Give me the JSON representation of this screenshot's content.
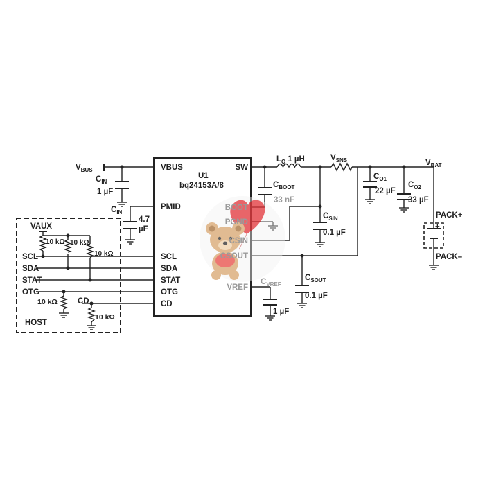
{
  "labels": {
    "vbus": "V",
    "vbus_sub": "BUS",
    "cin1": "C",
    "cin1_sub": "IN",
    "cin1_val": "1 µF",
    "cin2": "C",
    "cin2_sub": "IN",
    "cin2_val_a": "4.7",
    "cin2_val_b": "µF",
    "lo": "L",
    "lo_sub": "O",
    "lo_val": "1 µH",
    "vsns": "V",
    "vsns_sub": "SNS",
    "vbat": "V",
    "vbat_sub": "BAT",
    "cboot": "C",
    "cboot_sub": "BOOT",
    "cboot_val": "33 nF",
    "csin": "C",
    "csin_sub": "SIN",
    "csin_val": "0.1 µF",
    "co1": "C",
    "co1_sub": "O1",
    "co1_val": "22 µF",
    "co2": "C",
    "co2_sub": "O2",
    "co2_val": "33 µF",
    "pack_plus": "PACK+",
    "pack_minus": "PACK–",
    "pack_plus_sign": "+",
    "csout": "C",
    "csout_sub": "SOUT",
    "csout_val": "0.1 µF",
    "cvref": "C",
    "cvref_sub": "VREF",
    "cvref_val": "1 µF"
  },
  "ic": {
    "designator": "U1",
    "part": "bq24153A/8",
    "pins_left": [
      "VBUS",
      "PMID",
      "SCL",
      "SDA",
      "STAT",
      "OTG",
      "CD"
    ],
    "pins_right": [
      "SW",
      "BOOT",
      "PGND",
      "CSIN",
      "CSOUT",
      "VREF"
    ]
  },
  "host": {
    "title": "HOST",
    "vaux": "VAUX",
    "signals": [
      "SCL",
      "SDA",
      "STAT",
      "OTG",
      "CD"
    ],
    "res_pull1": "10 kΩ",
    "res_pull2": "10 kΩ",
    "res_pull3": "10 kΩ",
    "res_otg": "10 kΩ",
    "res_cd": "10 kΩ"
  },
  "watermark": {
    "description": "teddy bear holding a red heart balloon",
    "colors": {
      "heart": "#e23a3f",
      "bear": "#d9a874",
      "bear_dark": "#a8743f",
      "shirt": "#e8534d"
    }
  }
}
